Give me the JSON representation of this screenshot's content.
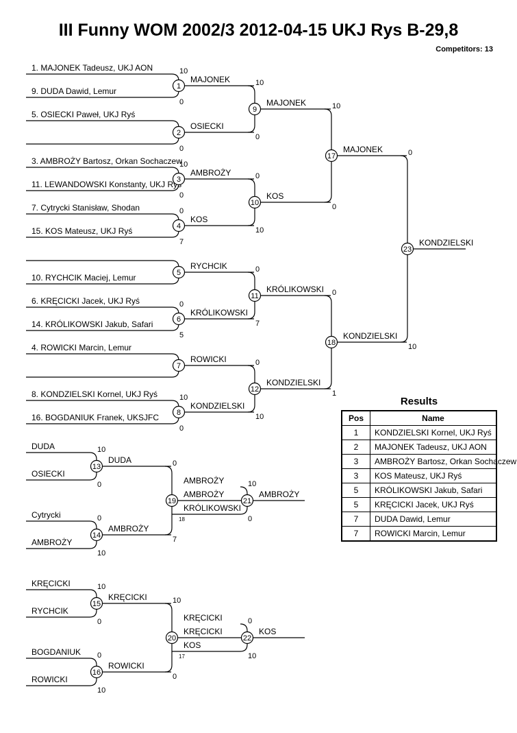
{
  "header": {
    "title": "III Funny WOM 2002/3  2012-04-15  UKJ Rys   B-29,8",
    "competitors": "Competitors: 13"
  },
  "entries": [
    "1. MAJONEK Tadeusz, UKJ AON",
    "9. DUDA Dawid, Lemur",
    "5. OSIECKI Paweł, UKJ Ryś",
    "",
    "3. AMBROŻY Bartosz, Orkan Sochaczew",
    "11. LEWANDOWSKI Konstanty, UKJ Ryś",
    "7. Cytrycki Stanisław, Shodan",
    "15. KOS Mateusz, UKJ Ryś",
    "",
    "10. RYCHCIK Maciej, Lemur",
    "6. KRĘCICKI Jacek, UKJ Ryś",
    "14. KRÓLIKOWSKI Jakub, Safari",
    "4. ROWICKI Marcin, Lemur",
    "",
    "8. KONDZIELSKI Kornel, UKJ Ryś",
    "16. BOGDANIUK Franek, UKSJFC"
  ],
  "main_bracket": {
    "round1": [
      {
        "num": "1",
        "winner": "MAJONEK",
        "scores": [
          "10",
          "0"
        ]
      },
      {
        "num": "2",
        "winner": "OSIECKI",
        "scores": [
          "",
          "0"
        ]
      },
      {
        "num": "3",
        "winner": "AMBROŻY",
        "scores": [
          "10",
          "0"
        ]
      },
      {
        "num": "4",
        "winner": "KOS",
        "scores": [
          "0",
          "7"
        ]
      },
      {
        "num": "5",
        "winner": "RYCHCIK",
        "scores": [
          "",
          ""
        ]
      },
      {
        "num": "6",
        "winner": "KRÓLIKOWSKI",
        "scores": [
          "0",
          "5"
        ]
      },
      {
        "num": "7",
        "winner": "ROWICKI",
        "scores": [
          "",
          ""
        ]
      },
      {
        "num": "8",
        "winner": "KONDZIELSKI",
        "scores": [
          "10",
          "0"
        ]
      }
    ],
    "round2": [
      {
        "num": "9",
        "winner": "MAJONEK",
        "scores": [
          "10",
          "0"
        ]
      },
      {
        "num": "10",
        "winner": "KOS",
        "scores": [
          "0",
          "10"
        ]
      },
      {
        "num": "11",
        "winner": "KRÓLIKOWSKI",
        "scores": [
          "0",
          "7"
        ]
      },
      {
        "num": "12",
        "winner": "KONDZIELSKI",
        "scores": [
          "0",
          "10"
        ]
      }
    ],
    "round3": [
      {
        "num": "17",
        "winner": "MAJONEK",
        "scores": [
          "10",
          "0"
        ]
      },
      {
        "num": "18",
        "winner": "KONDZIELSKI",
        "scores": [
          "0",
          "1"
        ]
      }
    ],
    "final": {
      "num": "23",
      "winner": "KONDZIELSKI",
      "scores": [
        "0",
        "10"
      ]
    }
  },
  "repechage": [
    {
      "names": [
        "DUDA",
        "OSIECKI",
        "Cytrycki",
        "AMBROŻY"
      ],
      "first": [
        {
          "num": "13",
          "winner": "DUDA",
          "scores": [
            "10",
            "0"
          ]
        },
        {
          "num": "14",
          "winner": "AMBROŻY",
          "scores": [
            "0",
            "10"
          ]
        }
      ],
      "second": {
        "num": "19",
        "winner": "AMBROŻY",
        "scores": [
          "0",
          "7"
        ]
      },
      "third": {
        "num": "21",
        "winner": "AMBROŻY",
        "top": "AMBROŻY",
        "bottom": "KRÓLIKOWSKI",
        "bottom_ref": "18",
        "scores": [
          "10",
          "0"
        ]
      }
    },
    {
      "names": [
        "KRĘCICKI",
        "RYCHCIK",
        "BOGDANIUK",
        "ROWICKI"
      ],
      "first": [
        {
          "num": "15",
          "winner": "KRĘCICKI",
          "scores": [
            "10",
            "0"
          ]
        },
        {
          "num": "16",
          "winner": "ROWICKI",
          "scores": [
            "0",
            "10"
          ]
        }
      ],
      "second": {
        "num": "20",
        "winner": "KRĘCICKI",
        "scores": [
          "10",
          "0"
        ]
      },
      "third": {
        "num": "22",
        "winner": "KOS",
        "top": "KRĘCICKI",
        "bottom": "KOS",
        "bottom_ref": "17",
        "scores": [
          "0",
          "10"
        ]
      }
    }
  ],
  "results": {
    "title": "Results",
    "headers": [
      "Pos",
      "Name"
    ],
    "rows": [
      {
        "pos": "1",
        "name": "KONDZIELSKI Kornel, UKJ Ryś"
      },
      {
        "pos": "2",
        "name": "MAJONEK Tadeusz, UKJ AON"
      },
      {
        "pos": "3",
        "name": "AMBROŻY Bartosz, Orkan Sochaczew"
      },
      {
        "pos": "3",
        "name": "KOS Mateusz, UKJ Ryś"
      },
      {
        "pos": "5",
        "name": "KRÓLIKOWSKI Jakub, Safari"
      },
      {
        "pos": "5",
        "name": "KRĘCICKI Jacek, UKJ Ryś"
      },
      {
        "pos": "7",
        "name": "DUDA Dawid, Lemur"
      },
      {
        "pos": "7",
        "name": "ROWICKI Marcin, Lemur"
      }
    ]
  }
}
